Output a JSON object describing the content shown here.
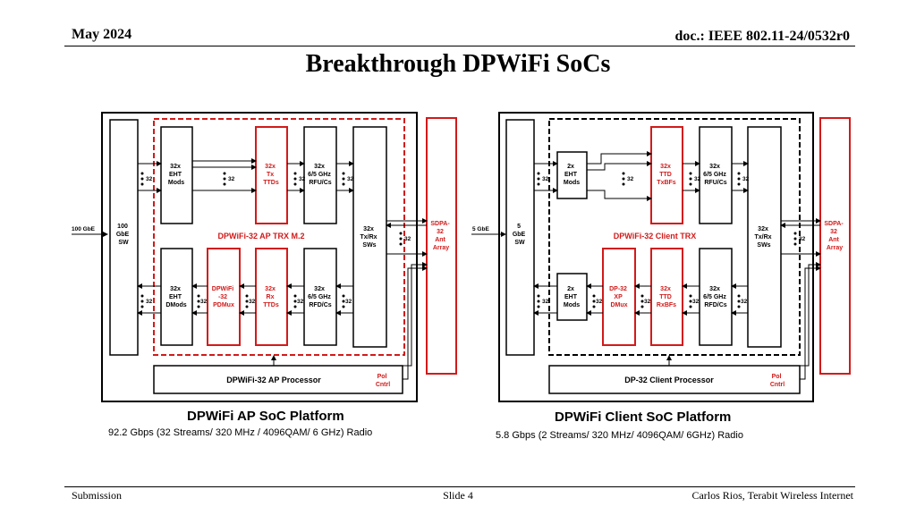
{
  "header": {
    "date": "May 2024",
    "doc": "doc.: IEEE 802.11-24/0532r0"
  },
  "title": "Breakthrough DPWiFi SoCs",
  "footer": {
    "left": "Submission",
    "center": "Slide 4",
    "right": "Carlos Rios, Terabit Wireless Internet"
  },
  "ap": {
    "input_label": "100 GbE",
    "sw": [
      "100",
      "GbE",
      "SW"
    ],
    "eht_mods": [
      "32x",
      "EHT",
      "Mods"
    ],
    "tx_ttds": [
      "32x",
      "Tx",
      "TTDs"
    ],
    "rfu": [
      "32x",
      "6/5 GHz",
      "RFU/Cs"
    ],
    "eht_dmods": [
      "32x",
      "EHT",
      "DMods"
    ],
    "pdmux": [
      "DPWiFi",
      "-32",
      "PDMux"
    ],
    "rx_ttds": [
      "32x",
      "Rx",
      "TTDs"
    ],
    "rfd": [
      "32x",
      "6/5 GHz",
      "RFD/Cs"
    ],
    "txrx": [
      "32x",
      "Tx/Rx",
      "SWs"
    ],
    "ant": [
      "SDPA-",
      "32",
      "Ant",
      "Array"
    ],
    "trx_label": "DPWiFi-32 AP TRX M.2",
    "processor": "DPWiFi-32 AP Processor",
    "pol": [
      "Pol",
      "Cntrl"
    ],
    "platform": "DPWiFi AP SoC Platform",
    "spec": "92.2 Gbps (32 Streams/ 320 MHz / 4096QAM/ 6 GHz) Radio"
  },
  "client": {
    "input_label": "5 GbE",
    "sw": [
      "5",
      "GbE",
      "SW"
    ],
    "eht_mods": [
      "2x",
      "EHT",
      "Mods"
    ],
    "txbfs": [
      "32x",
      "TTD",
      "TxBFs"
    ],
    "rfu": [
      "32x",
      "6/5 GHz",
      "RFU/Cs"
    ],
    "eht_dmods": [
      "2x",
      "EHT",
      "Mods"
    ],
    "dmux": [
      "DP-32",
      "XP",
      "DMux"
    ],
    "rxbfs": [
      "32x",
      "TTD",
      "RxBFs"
    ],
    "rfd": [
      "32x",
      "6/5 GHz",
      "RFD/Cs"
    ],
    "txrx": [
      "32x",
      "Tx/Rx",
      "SWs"
    ],
    "ant": [
      "SDPA-",
      "32",
      "Ant",
      "Array"
    ],
    "trx_label": "DPWiFi-32 Client TRX",
    "processor": "DP-32 Client Processor",
    "pol": [
      "Pol",
      "Cntrl"
    ],
    "platform": "DPWiFi Client SoC Platform",
    "spec": "5.8 Gbps (2 Streams/ 320 MHz/ 4096QAM/ 6GHz) Radio"
  },
  "bus_label": "32",
  "colors": {
    "accent_red": "#d21a1a",
    "line": "#000000"
  }
}
